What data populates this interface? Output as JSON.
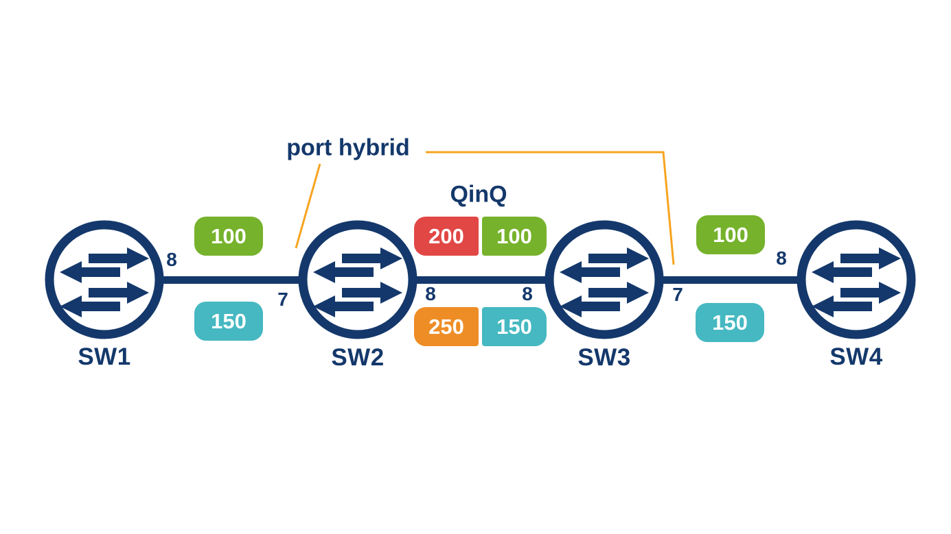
{
  "diagram": {
    "annotations": {
      "port_hybrid": "port hybrid",
      "qinq": "QinQ"
    },
    "switches": [
      {
        "label": "SW1"
      },
      {
        "label": "SW2"
      },
      {
        "label": "SW3"
      },
      {
        "label": "SW4"
      }
    ],
    "links": [
      {
        "from": "SW1",
        "to": "SW2",
        "from_port": "8",
        "to_port": "7",
        "vlans_above": [
          "100"
        ],
        "vlans_below": [
          "150"
        ]
      },
      {
        "from": "SW2",
        "to": "SW3",
        "from_port": "8",
        "to_port": "8",
        "vlans_above": [
          "200",
          "100"
        ],
        "vlans_below": [
          "250",
          "150"
        ]
      },
      {
        "from": "SW3",
        "to": "SW4",
        "from_port": "7",
        "to_port": "8",
        "vlans_above": [
          "100"
        ],
        "vlans_below": [
          "150"
        ]
      }
    ],
    "colors": {
      "navy": "#14386B",
      "vlan_100": "#76B22C",
      "vlan_150": "#45B8C1",
      "vlan_200": "#E14745",
      "vlan_250": "#EE8D26",
      "annotation_line": "#F7A41F"
    }
  }
}
